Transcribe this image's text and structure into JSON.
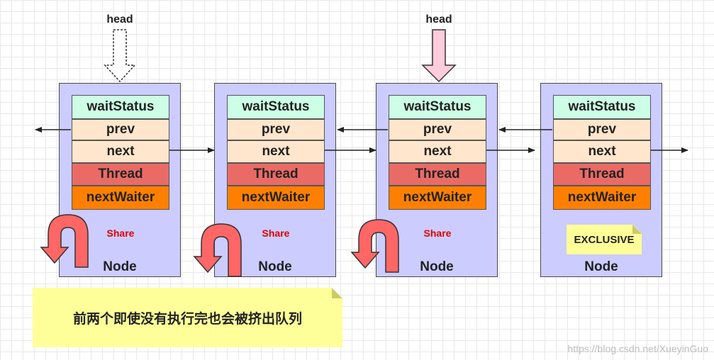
{
  "head_labels": [
    "head",
    "head"
  ],
  "node_fields": {
    "wait_status": "waitStatus",
    "prev": "prev",
    "next": "next",
    "thread": "Thread",
    "next_waiter": "nextWaiter"
  },
  "nodes": [
    {
      "label": "Node",
      "mode": "Share"
    },
    {
      "label": "Node",
      "mode": "Share"
    },
    {
      "label": "Node",
      "mode": "Share"
    },
    {
      "label": "Node",
      "mode": "EXCLUSIVE"
    }
  ],
  "note": "前两个即使没有执行完也会被挤出队列",
  "watermark": "https://blog.csdn.net/XueyinGuo",
  "colors": {
    "node_bg": "#ccccff",
    "wait_status_bg": "#ccffe6",
    "prev_next_bg": "#ffe6cc",
    "thread_bg": "#ea6b66",
    "next_waiter_bg": "#ff8000",
    "share_text": "#e00000",
    "note_bg": "#ffff99",
    "head_arrow_fill": "#ffccdd",
    "u_arrow_fill": "#ff6666"
  },
  "icons": [
    "dotted-down-arrow-icon",
    "pink-down-arrow-icon",
    "u-turn-arrow-icon"
  ]
}
